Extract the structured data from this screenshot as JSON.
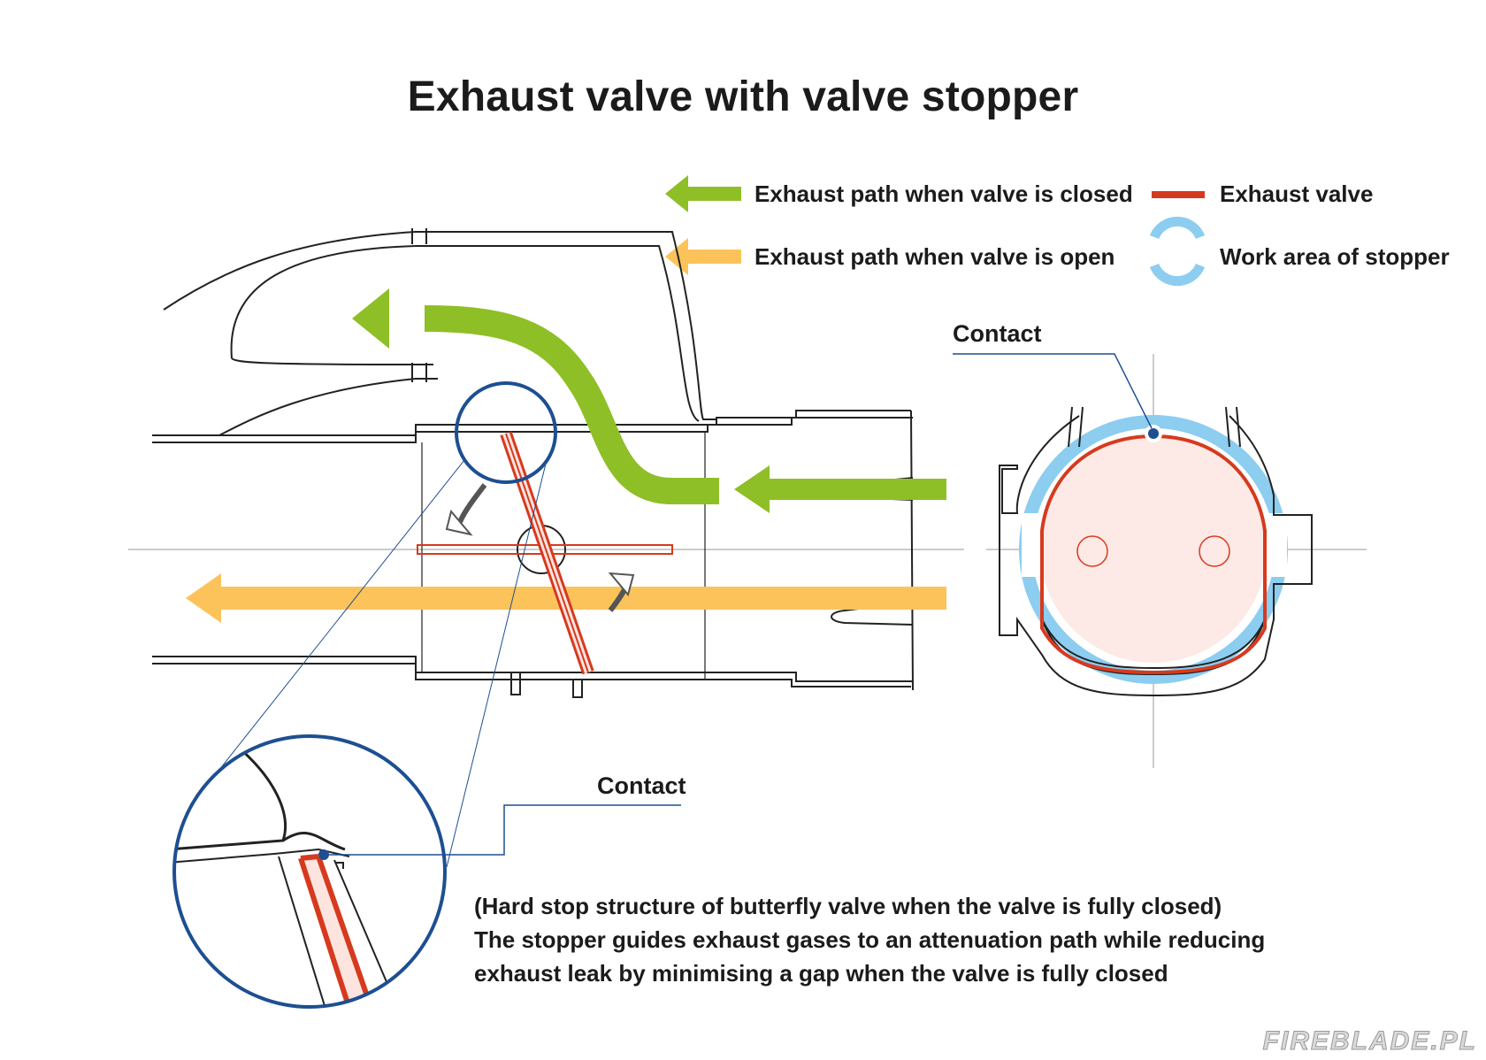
{
  "title": "Exhaust valve with valve stopper",
  "legend": {
    "green_label": "Exhaust path when valve is closed",
    "orange_label": "Exhaust path when valve is open",
    "red_label": "Exhaust valve",
    "blue_label": "Work area of stopper"
  },
  "callouts": {
    "contact_right": "Contact",
    "contact_detail": "Contact"
  },
  "caption": {
    "line1": "(Hard stop structure of butterfly valve when the valve is fully closed)",
    "line2": "The stopper guides exhaust gases to an attenuation path while reducing",
    "line3": "exhaust leak by  minimising a gap when the valve is fully closed"
  },
  "watermark": "FIREBLADE.PL",
  "colors": {
    "closed_path": "#8fbf26",
    "open_path": "#fcc35a",
    "valve": "#d63a1e",
    "stopper_area": "#8ccdf0",
    "callout_line": "#1d4f91"
  }
}
